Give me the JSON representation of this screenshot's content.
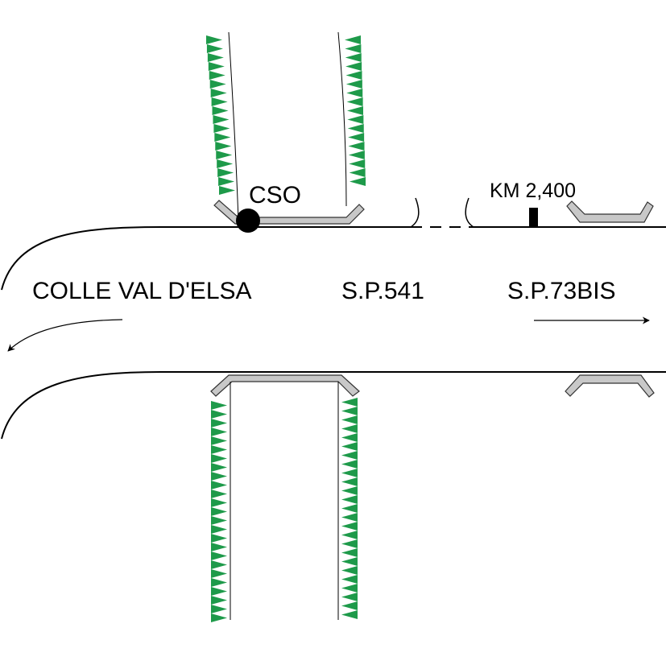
{
  "labels": {
    "point": "CSO",
    "marker": "KM 2,400",
    "direction_left": "COLLE VAL D'ELSA",
    "road_center": "S.P.541",
    "direction_right": "S.P.73BIS"
  },
  "colors": {
    "vegetation": "#1e9a4a",
    "guardrail_fill": "#c8c8c8",
    "line": "#000000"
  }
}
